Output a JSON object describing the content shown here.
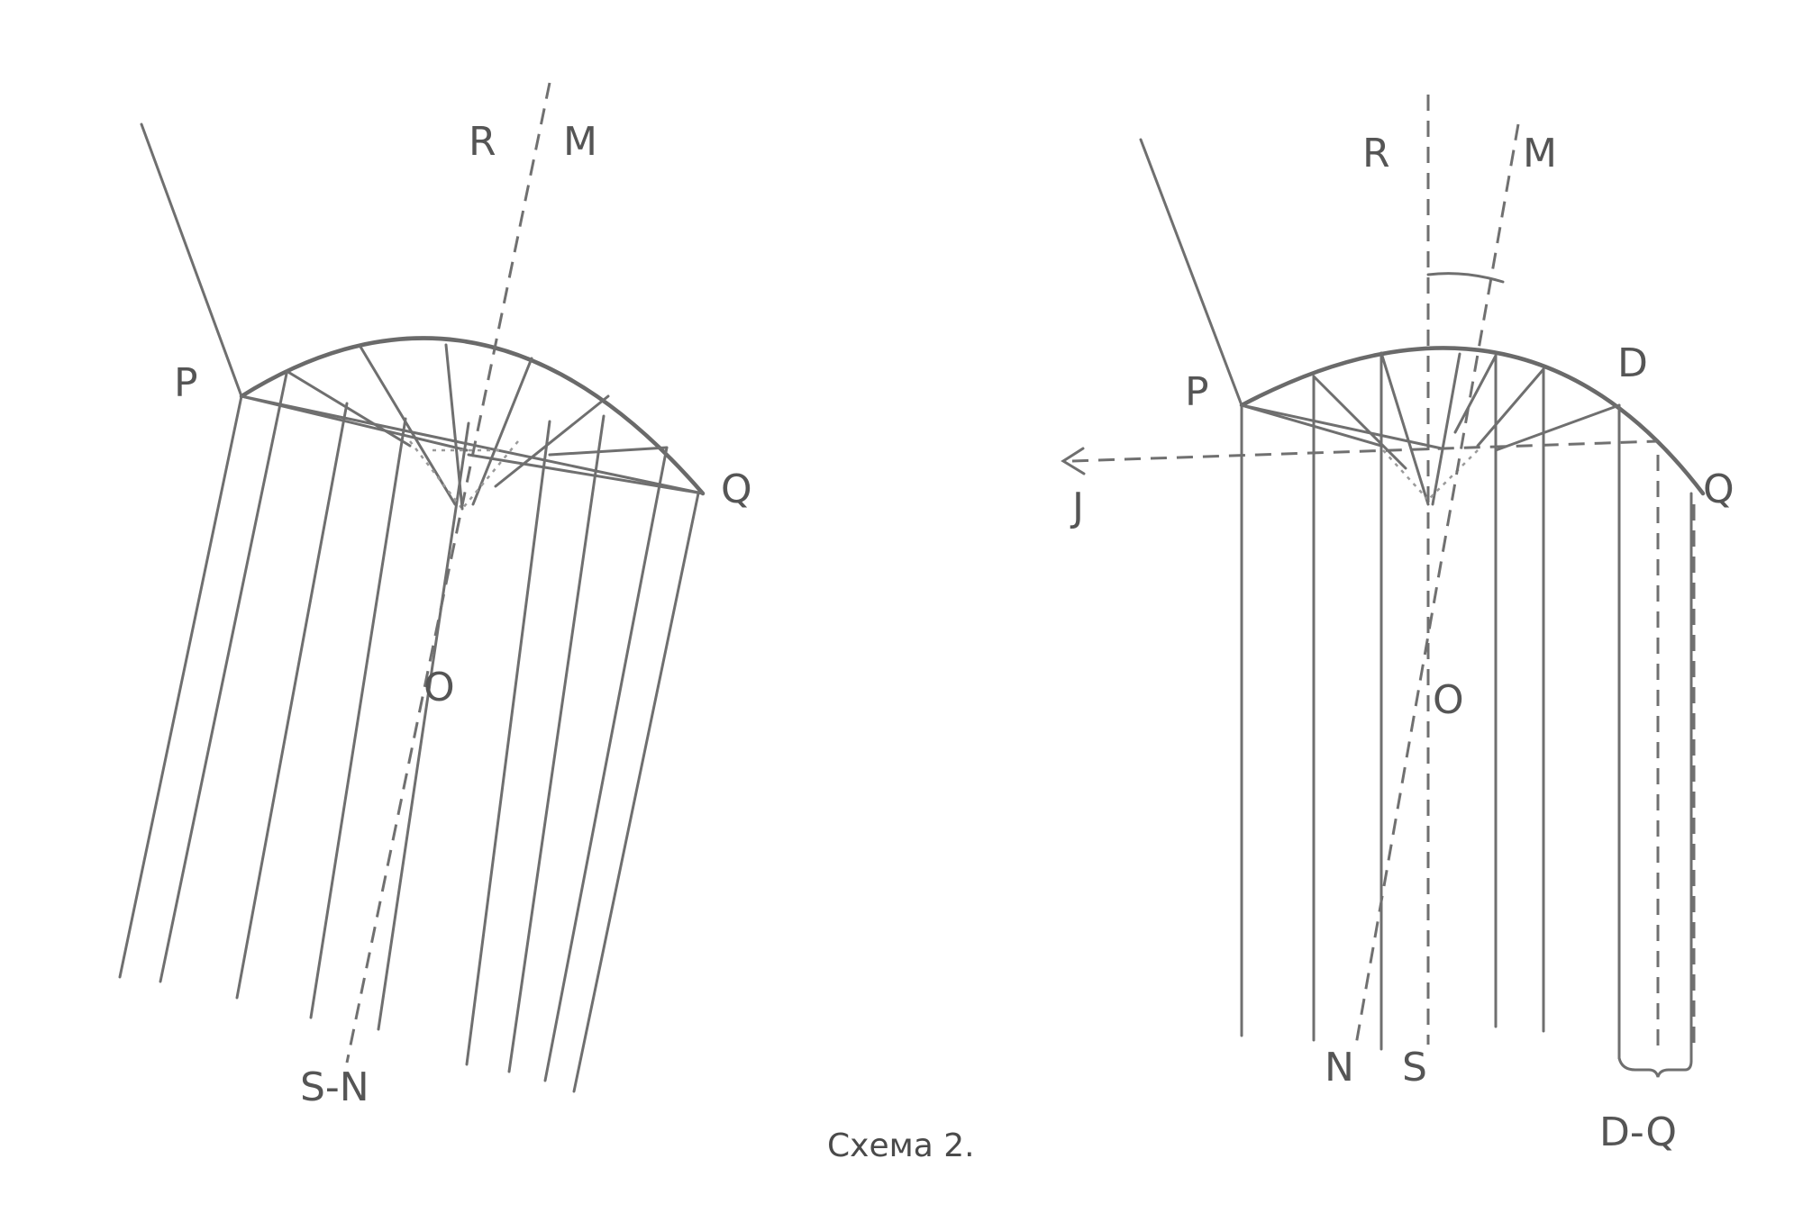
{
  "caption": "Схема 2.",
  "left_figure": {
    "labels": {
      "P": "P",
      "Q": "Q",
      "R": "R",
      "M": "M",
      "O": "O",
      "SN": "S-N"
    }
  },
  "right_figure": {
    "labels": {
      "P": "P",
      "Q": "Q",
      "R": "R",
      "M": "M",
      "O": "O",
      "D": "D",
      "J": "J",
      "N": "N",
      "S": "S",
      "DQ": "D-Q"
    }
  }
}
